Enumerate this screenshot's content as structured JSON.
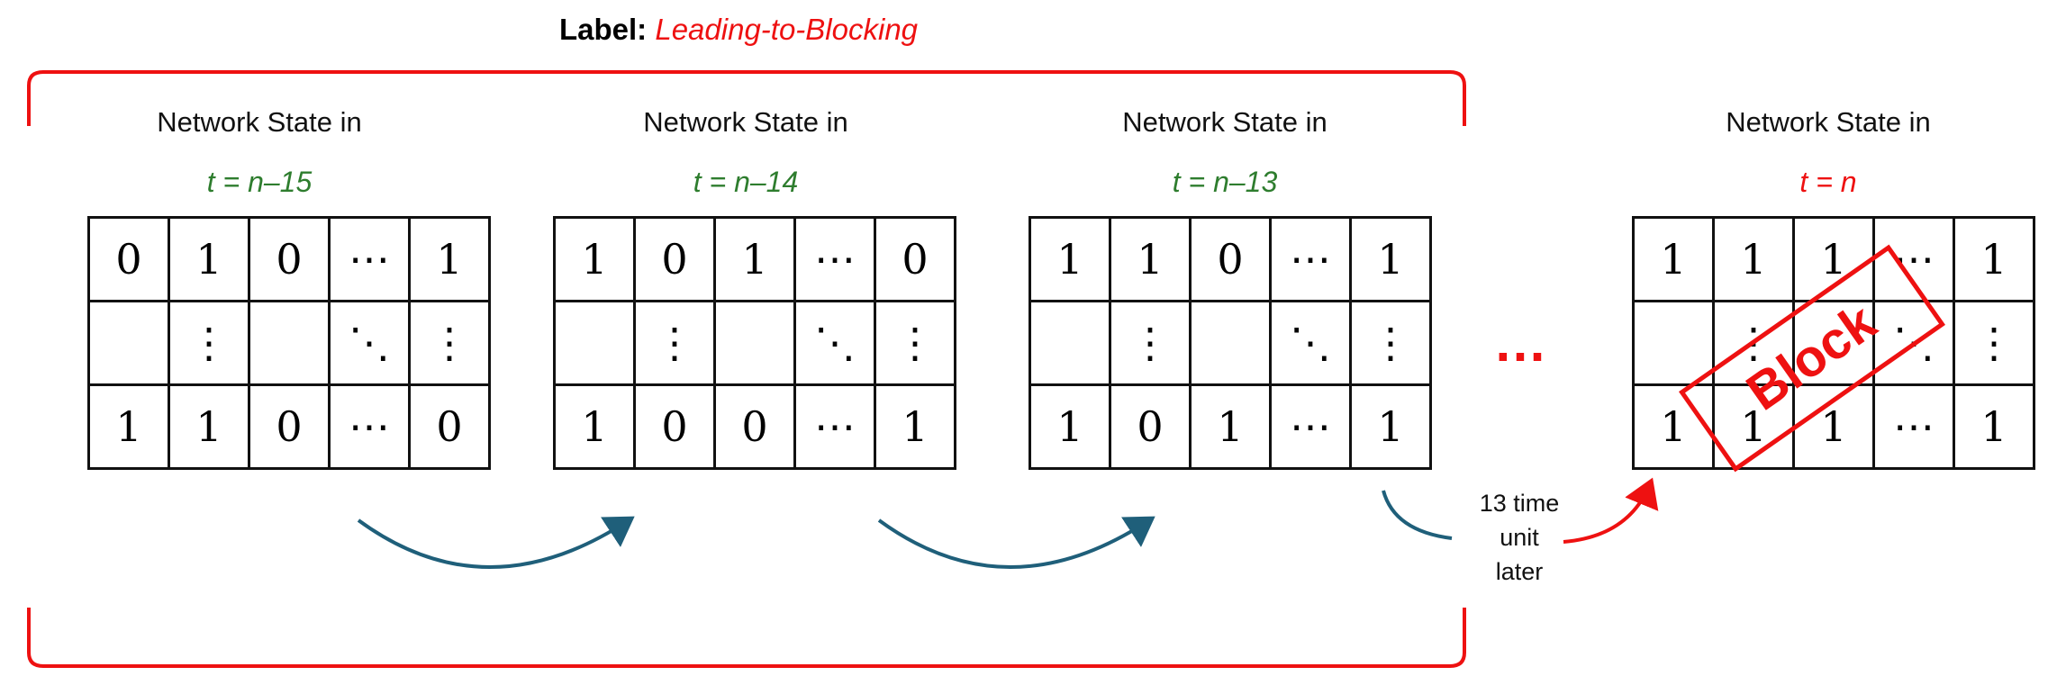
{
  "title": {
    "prefix": "Label",
    "value": "Leading-to-Blocking"
  },
  "panels": [
    {
      "heading": "Network State in",
      "time": "t = n–15",
      "rows": [
        [
          "0",
          "1",
          "0",
          "⋯",
          "1"
        ],
        [
          "",
          "⋮",
          "",
          "⋱",
          "⋮"
        ],
        [
          "1",
          "1",
          "0",
          "⋯",
          "0"
        ]
      ]
    },
    {
      "heading": "Network State in",
      "time": "t = n–14",
      "rows": [
        [
          "1",
          "0",
          "1",
          "⋯",
          "0"
        ],
        [
          "",
          "⋮",
          "",
          "⋱",
          "⋮"
        ],
        [
          "1",
          "0",
          "0",
          "⋯",
          "1"
        ]
      ]
    },
    {
      "heading": "Network State in",
      "time": "t = n–13",
      "rows": [
        [
          "1",
          "1",
          "0",
          "⋯",
          "1"
        ],
        [
          "",
          "⋮",
          "",
          "⋱",
          "⋮"
        ],
        [
          "1",
          "0",
          "1",
          "⋯",
          "1"
        ]
      ]
    },
    {
      "heading": "Network  State in",
      "time": "t = n",
      "rows": [
        [
          "1",
          "1",
          "1",
          "⋯",
          "1"
        ],
        [
          "",
          "⋮",
          "",
          "⋱",
          "⋮"
        ],
        [
          "1",
          "1",
          "1",
          "⋯",
          "1"
        ]
      ]
    }
  ],
  "ellipsis": "…",
  "gap_label": {
    "line1": "13 time",
    "line2": "unit",
    "line3": "later"
  },
  "stamp": "Block",
  "colors": {
    "label_red": "#ee1111",
    "time_green": "#2e7d2e",
    "arrow_blue": "#1f5f7a"
  }
}
